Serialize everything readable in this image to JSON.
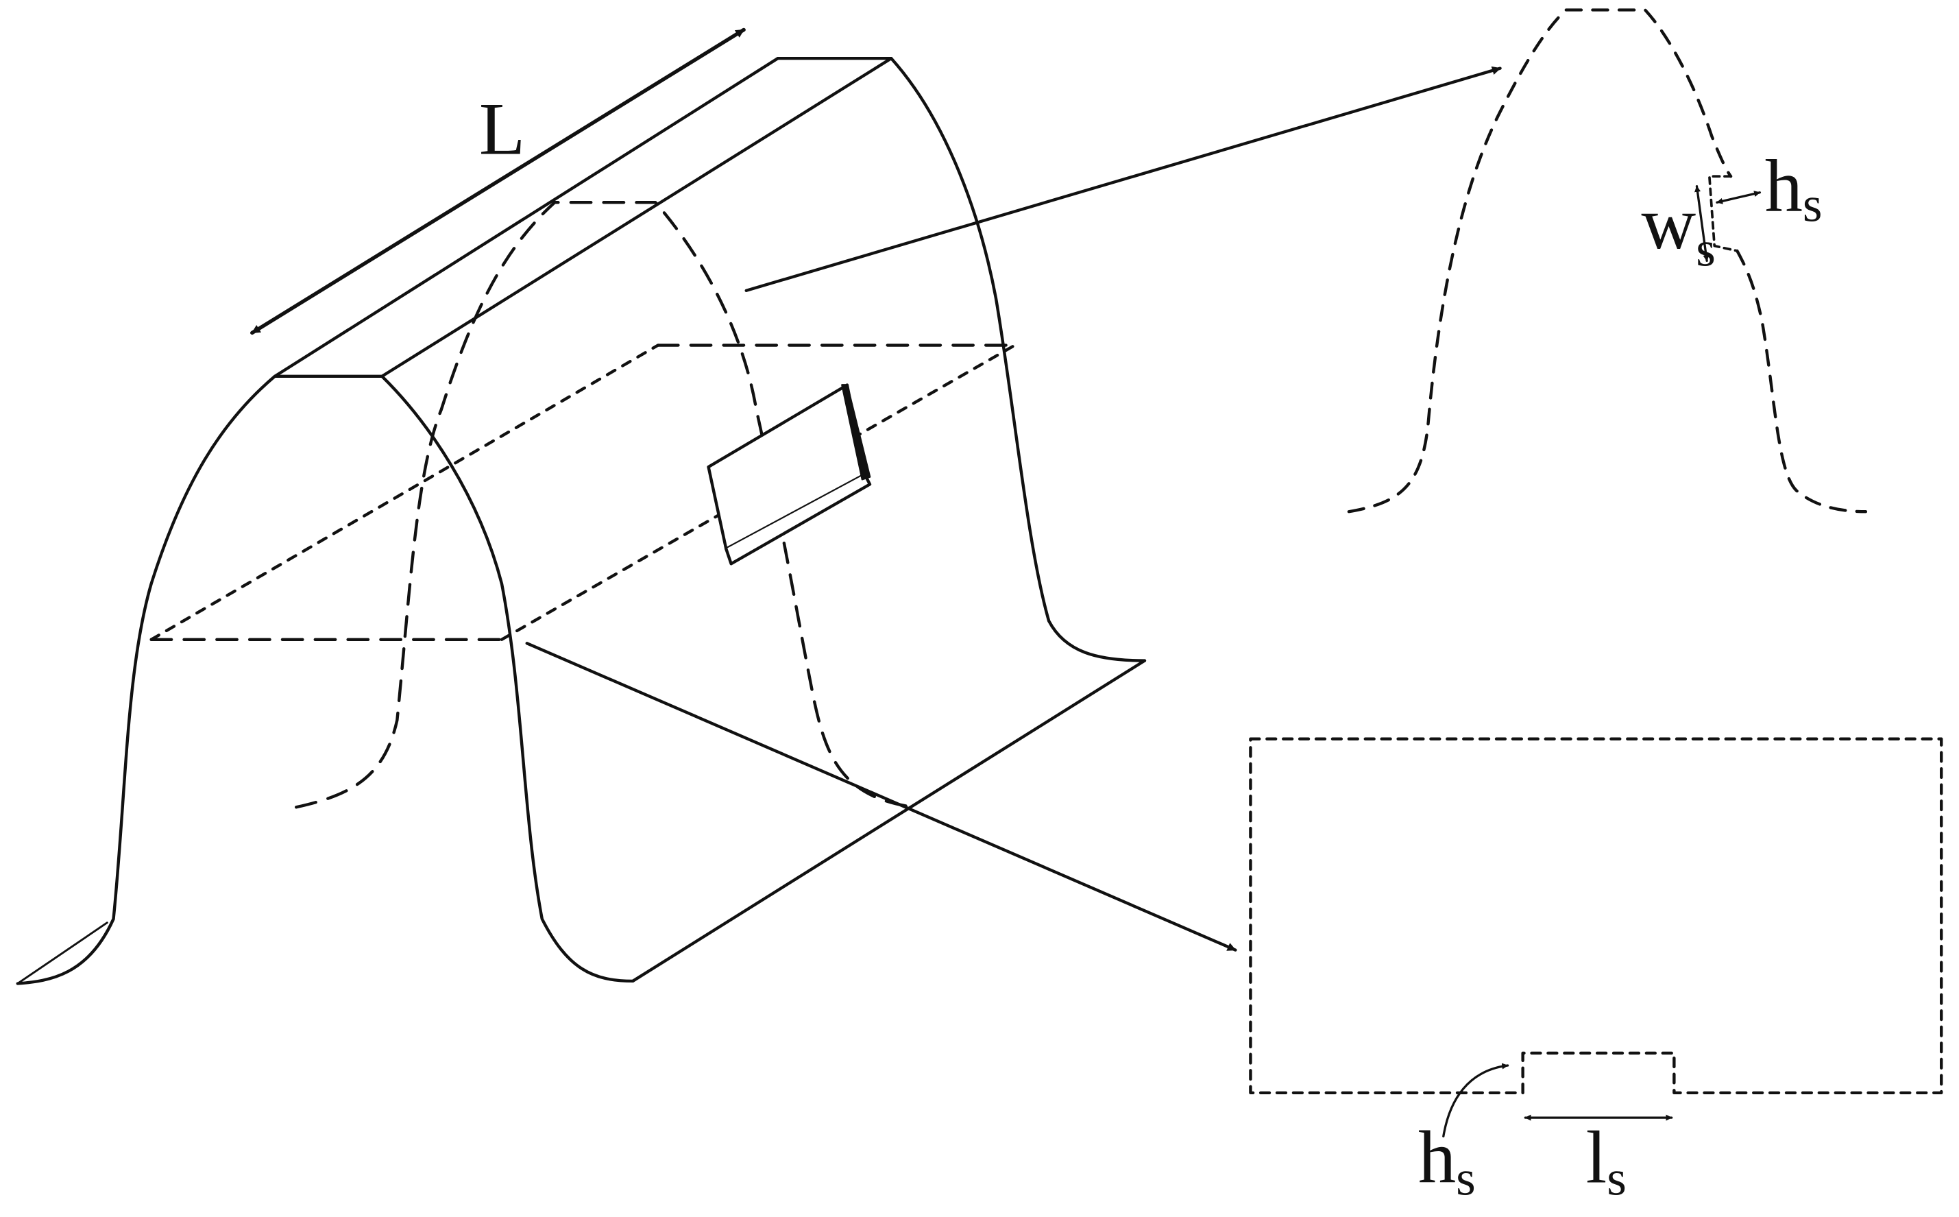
{
  "labels": {
    "length": "L",
    "profile_ws_main": "w",
    "profile_ws_sub": "s",
    "profile_hs_main": "h",
    "profile_hs_sub": "s",
    "section_hs_main": "h",
    "section_hs_sub": "s",
    "section_ls_main": "l",
    "section_ls_sub": "s"
  },
  "colors": {
    "stroke": "#111111",
    "background": "#ffffff"
  }
}
